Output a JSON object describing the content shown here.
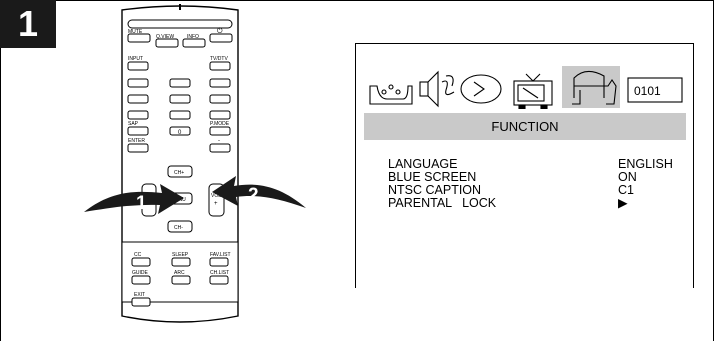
{
  "step": {
    "number": "1"
  },
  "remote": {
    "top_buttons": [
      "MUTE",
      "Q.VIEW",
      "INFO",
      "⏻"
    ],
    "row_buttons": [
      "INPUT",
      "TV/DTV"
    ],
    "sap_label": "SAP",
    "zero_label": "0",
    "pmode_label": "P.MODE",
    "enter_label": "ENTER",
    "dash_label": "-",
    "ch_up": "CH+",
    "ch_down": "CH-",
    "menu": "MENU",
    "vol": "VOL",
    "vol_plus": "+",
    "bottom_buttons": [
      "CC",
      "SLEEP",
      "FAV.LIST",
      "GUIDE",
      "ARC",
      "CH.LIST",
      "EXIT"
    ]
  },
  "callouts": {
    "left": "1",
    "right": "2"
  },
  "osd": {
    "icons": [
      "picture-icon",
      "sound-icon",
      "time-icon",
      "tv-setup-icon",
      "function-icon",
      "0101"
    ],
    "header": "FUNCTION",
    "items": [
      {
        "label": "LANGUAGE",
        "value": "ENGLISH"
      },
      {
        "label": "BLUE SCREEN",
        "value": "ON"
      },
      {
        "label": "NTSC CAPTION",
        "value": "C1"
      },
      {
        "label": "PARENTAL   LOCK",
        "value": "▶"
      }
    ]
  }
}
